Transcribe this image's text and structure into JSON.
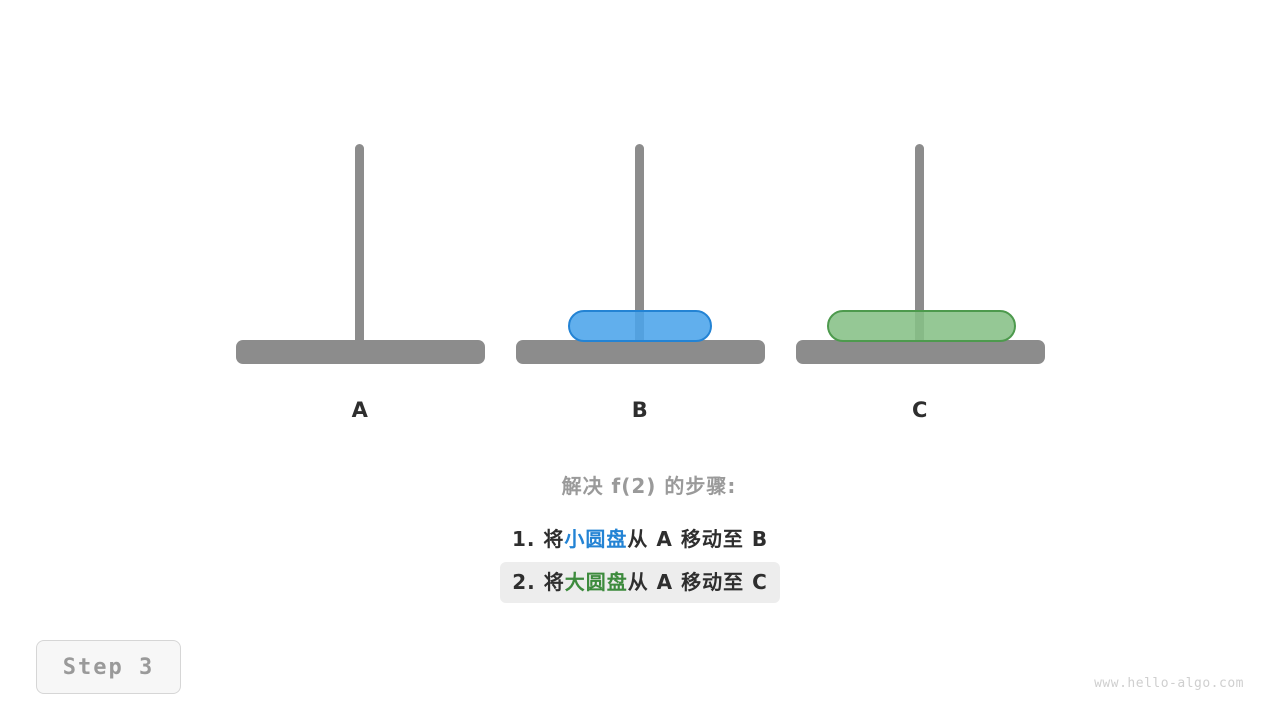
{
  "diagram": {
    "type": "tower-of-hanoi",
    "title": "解决 f(2) 的步骤:",
    "pegs": [
      {
        "id": "A",
        "label": "A",
        "disks": []
      },
      {
        "id": "B",
        "label": "B",
        "disks": [
          {
            "size": "small",
            "name": "小圆盘",
            "color": "#4ba4ea"
          }
        ]
      },
      {
        "id": "C",
        "label": "C",
        "disks": [
          {
            "size": "large",
            "name": "大圆盘",
            "color": "#86c086"
          }
        ]
      }
    ],
    "steps": [
      {
        "index": "1.",
        "verb": "将",
        "disk": "小圆盘",
        "from_word": "从",
        "from": "A",
        "move_word": "移动至",
        "to": "B",
        "highlighted": false
      },
      {
        "index": "2.",
        "verb": "将",
        "disk": "大圆盘",
        "from_word": "从",
        "from": "A",
        "move_word": "移动至",
        "to": "C",
        "highlighted": true
      }
    ]
  },
  "badge": {
    "label": "Step 3"
  },
  "watermark": {
    "text": "www.hello-algo.com"
  },
  "colors": {
    "peg_gray": "#8c8c8c",
    "small_disk": "#4ba4ea",
    "small_disk_border": "#2383d4",
    "large_disk": "#86c086",
    "large_disk_border": "#4d9a4d",
    "highlight_bg": "#ededed",
    "title_gray": "#9a9a9a",
    "text_dark": "#2e2e2e",
    "watermark_gray": "#cfcfcf"
  }
}
